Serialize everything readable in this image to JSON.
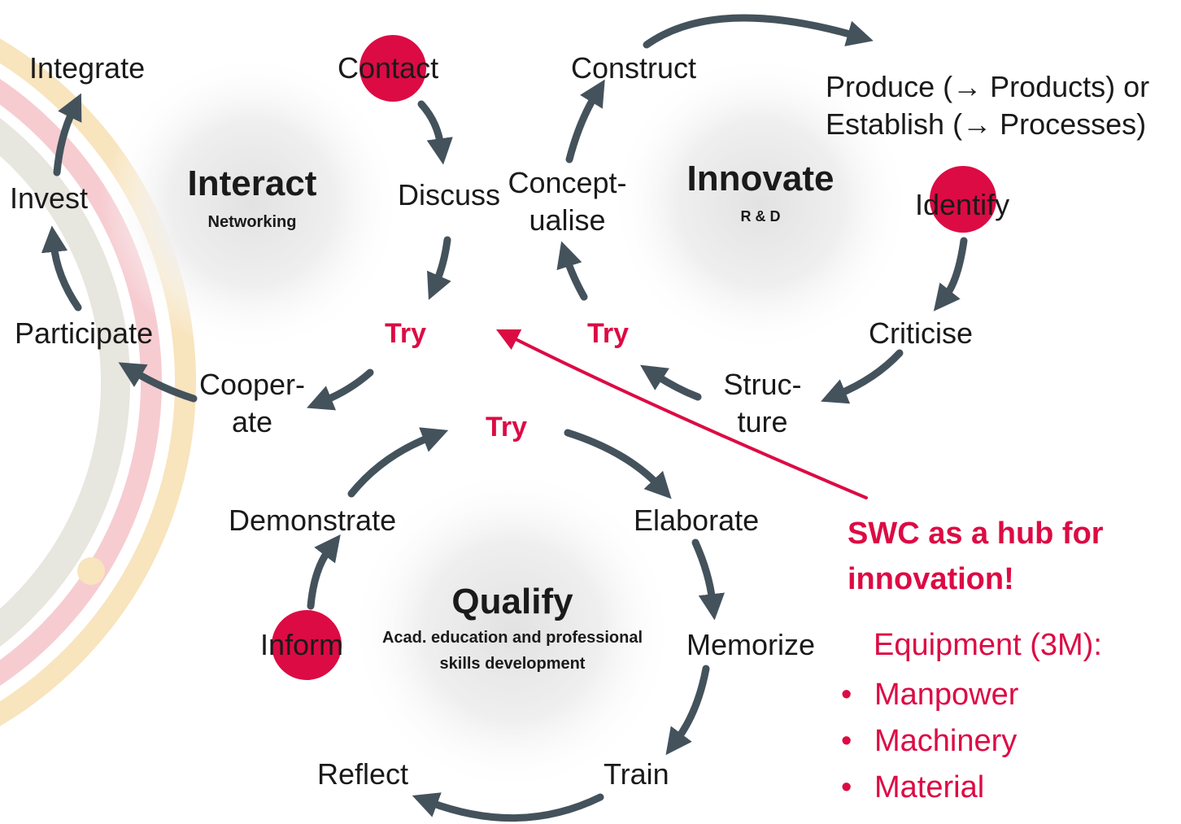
{
  "colors": {
    "accent": "#dc0b44",
    "arrow": "#44525c",
    "text": "#1a1a1a",
    "band_grey": "#e7e6df",
    "band_yellow": "#f8e4bd",
    "band_pink": "#f5c6cc"
  },
  "interact": {
    "title": "Interact",
    "subtitle": "Networking"
  },
  "innovate": {
    "title": "Innovate",
    "subtitle": "R & D"
  },
  "qualify": {
    "title": "Qualify",
    "subtitle_line1": "Acad. education and professional",
    "subtitle_line2": "skills development"
  },
  "nodes": {
    "integrate": "Integrate",
    "invest": "Invest",
    "participate": "Participate",
    "contact": "Contact",
    "discuss": "Discuss",
    "cooperate_1": "Cooper-",
    "cooperate_2": "ate",
    "construct": "Construct",
    "conceptualise_1": "Concept-",
    "conceptualise_2": "ualise",
    "produce_1": "Produce (→ Products) or",
    "produce_2": "Establish (→ Processes)",
    "identify": "Identify",
    "criticise": "Criticise",
    "structure_1": "Struc-",
    "structure_2": "ture",
    "demonstrate": "Demonstrate",
    "elaborate": "Elaborate",
    "inform": "Inform",
    "memorize": "Memorize",
    "train": "Train",
    "reflect": "Reflect"
  },
  "try_labels": {
    "left": "Try",
    "right": "Try",
    "bottom": "Try"
  },
  "hub": {
    "line1": "SWC as a hub for",
    "line2": "innovation!",
    "equipment_heading": "Equipment (3M):",
    "equipment": [
      "Manpower",
      "Machinery",
      "Material"
    ]
  }
}
